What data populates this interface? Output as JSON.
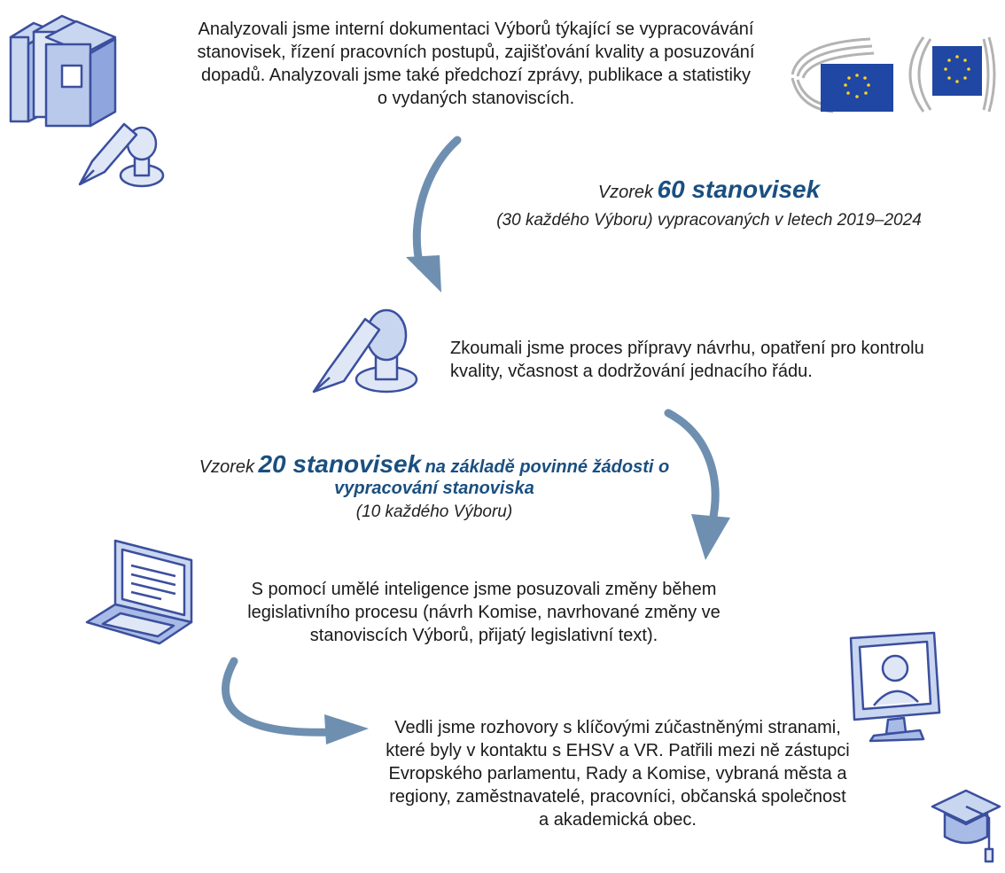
{
  "step1": {
    "text": "Analyzovali jsme interní dokumentaci Výborů týkající se vypracovávání stanovisek, řízení pracovních postupů, zajišťování kvality a posuzování dopadů. Analyzovali jsme také předchozí zprávy, publikace a statistiky o vydaných stanoviscích."
  },
  "sample1": {
    "lead": "Vzorek",
    "count": "60 stanovisek",
    "detail": "(30 každého Výboru) vypracovaných v letech 2019–2024"
  },
  "step2": {
    "text": "Zkoumali jsme proces přípravy návrhu, opatření pro kontrolu kvality, včasnost a dodržování jednacího řádu."
  },
  "sample2": {
    "lead": "Vzorek",
    "count": "20 stanovisek",
    "criteria": "na základě povinné žádosti o vypracování stanoviska",
    "detail": "(10 každého Výboru)"
  },
  "step3": {
    "text": "S pomocí umělé inteligence jsme posuzovali změny během legislativního procesu (návrh Komise, navrhované změny ve stanoviscích Výborů, přijatý legislativní text)."
  },
  "step4": {
    "text": "Vedli jsme rozhovory s klíčovými zúčastněnými stranami, které byly v kontaktu s EHSV a VR. Patřili mezi ně zástupci Evropského parlamentu, Rady a Komise, vybraná města a regiony, zaměstnavatelé, pracovníci, občanská společnost a akademická obec."
  },
  "colors": {
    "arrow": "#6e8fb0",
    "icon_fill": "#c9d6f0",
    "icon_stroke": "#3b4f9e",
    "eu_blue": "#1f47a3",
    "eu_star": "#ffd21f",
    "accent_text": "#1a4f80"
  },
  "icons": [
    "books-icon",
    "fountain-pen-icon",
    "stamp-icon",
    "eu-institution-logo",
    "laptop-icon",
    "monitor-person-icon",
    "graduation-cap-icon"
  ]
}
